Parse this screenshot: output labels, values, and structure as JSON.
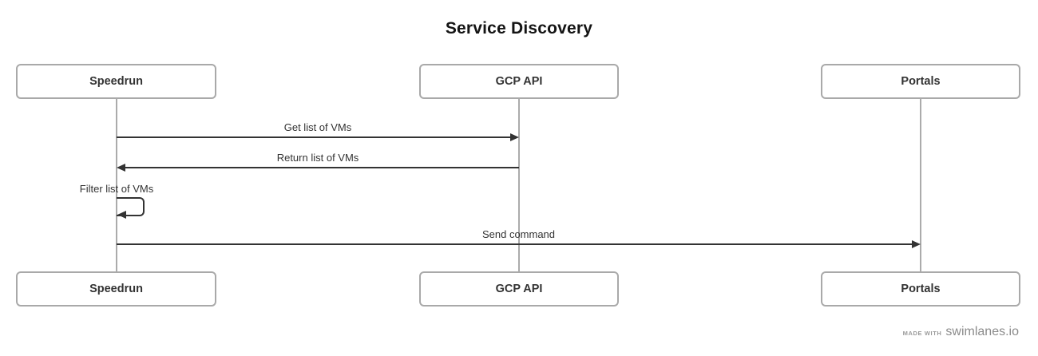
{
  "title": "Service Discovery",
  "diagram_type": "sequence",
  "actors": [
    {
      "label": "Speedrun"
    },
    {
      "label": "GCP API"
    },
    {
      "label": "Portals"
    }
  ],
  "messages": [
    {
      "label": "Get list of VMs",
      "from": "Speedrun",
      "to": "GCP API",
      "direction": "right"
    },
    {
      "label": "Return list of VMs",
      "from": "GCP API",
      "to": "Speedrun",
      "direction": "left"
    },
    {
      "label": "Filter list of VMs",
      "from": "Speedrun",
      "to": "Speedrun",
      "direction": "self"
    },
    {
      "label": "Send command",
      "from": "Speedrun",
      "to": "Portals",
      "direction": "right"
    }
  ],
  "footer": {
    "made_with": "MADE WITH",
    "brand": "swimlanes.io"
  },
  "colors": {
    "background": "#ffffff",
    "box_border": "#a9a9a9",
    "lifeline": "#ababab",
    "arrow": "#333333",
    "text": "#333333",
    "title_text": "#141414",
    "footer_text": "#8c8c8c"
  }
}
